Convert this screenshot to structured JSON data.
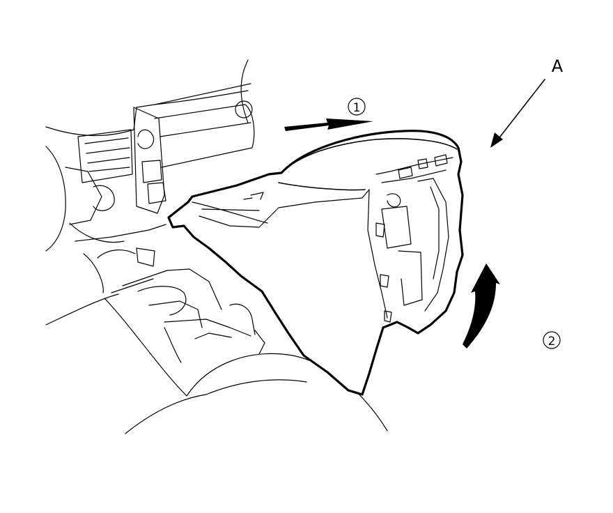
{
  "callouts": {
    "view_label": "A",
    "step_1": "1",
    "step_2": "2"
  },
  "colors": {
    "ink": "#000000",
    "paper": "#ffffff"
  }
}
